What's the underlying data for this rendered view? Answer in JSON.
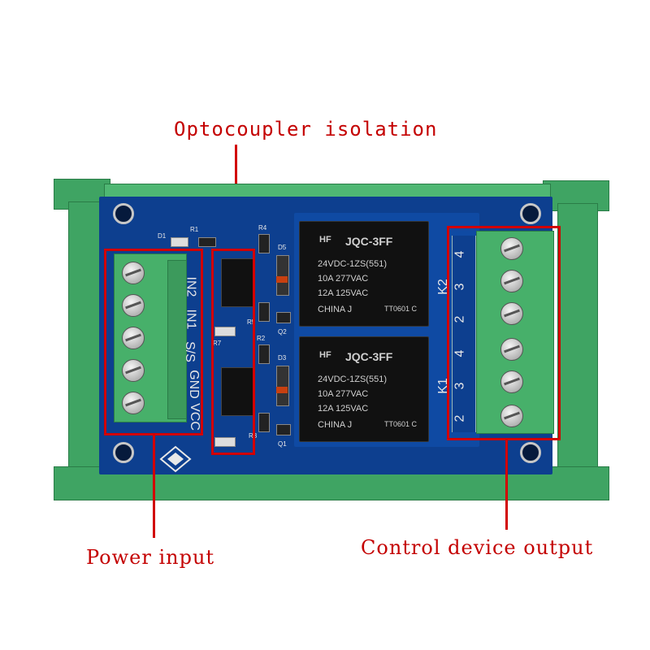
{
  "callouts": {
    "optocoupler": "Optocoupler isolation",
    "power_input": "Power input",
    "control_output": "Control device output"
  },
  "input_pins": [
    "IN2",
    "IN1",
    "S/S",
    "GND",
    "VCC"
  ],
  "output_labels": {
    "k2": "K2",
    "k1": "K1",
    "k2_pins": [
      "4",
      "3",
      "2"
    ],
    "k1_pins": [
      "4",
      "3",
      "2"
    ]
  },
  "relays": [
    {
      "brand": "HF",
      "model": "JQC-3FF",
      "coil": "24VDC-1ZS(551)",
      "rating1": "10A 277VAC",
      "rating2": "12A 125VAC",
      "origin": "CHINA   J",
      "code": "TT0601 C"
    },
    {
      "brand": "HF",
      "model": "JQC-3FF",
      "coil": "24VDC-1ZS(551)",
      "rating1": "10A 277VAC",
      "rating2": "12A 125VAC",
      "origin": "CHINA   J",
      "code": "TT0601 C"
    }
  ],
  "silkscreen": {
    "d1": "D1",
    "r1": "R1",
    "r4": "R4",
    "d5": "D5",
    "r2": "R2",
    "d3": "D3",
    "q2": "Q2",
    "q1": "Q1",
    "r3": "R3",
    "r5": "R5",
    "r7": "R7"
  },
  "colors": {
    "annotation": "#d20000",
    "pcb": "#0d3f8f",
    "rail": "#3fa463",
    "terminal": "#47b06a"
  }
}
